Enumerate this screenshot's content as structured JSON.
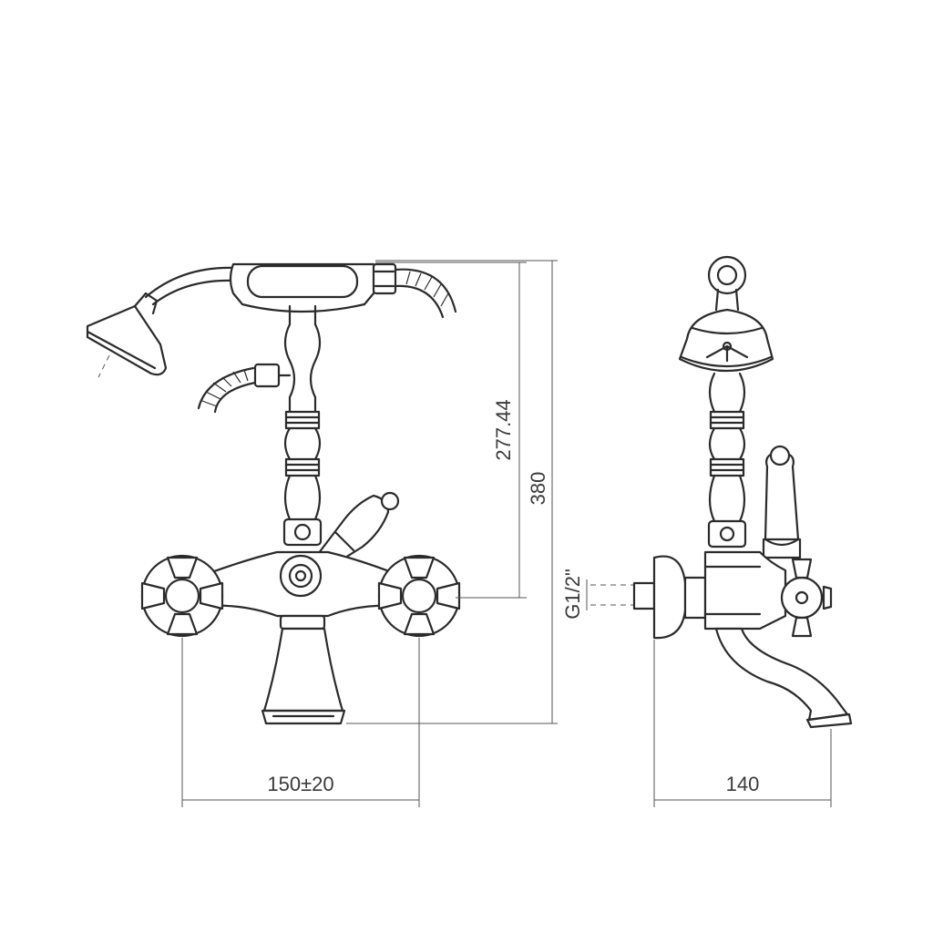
{
  "dimensions": {
    "spout_height": "277.44",
    "overall_height": "380",
    "inlet_thread": "G1/2\"",
    "inlet_centers": "150±20",
    "projection": "140"
  },
  "colors": {
    "line": "#2b2b2b",
    "dimension_line": "#555555",
    "background": "#ffffff"
  }
}
